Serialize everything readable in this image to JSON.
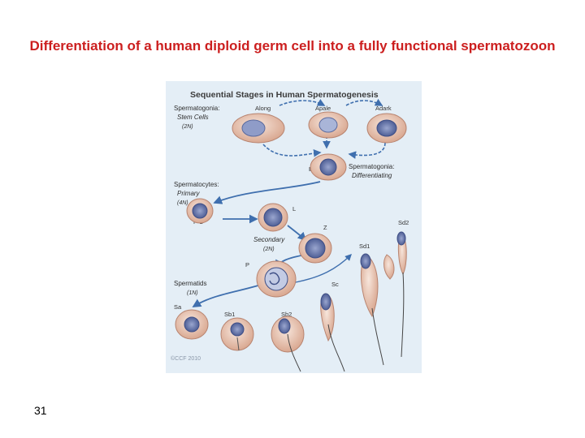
{
  "slide": {
    "title": "Differentiation of a human diploid germ cell into a fully functional spermatozoon",
    "number": "31"
  },
  "figure": {
    "title": "Sequential Stages in Human Spermatogenesis",
    "copyright": "©CCF 2010",
    "stage_spermatogonia_stem": "Spermatogonia:",
    "stage_spermatogonia_stem_sub": "Stem Cells",
    "stage_spermatogonia_stem_ploidy": "(2N)",
    "stage_spermatogonia_diff": "Spermatogonia:",
    "stage_spermatogonia_diff_sub": "Differentiating",
    "stage_spermatocytes": "Spermatocytes:",
    "stage_primary": "Primary",
    "stage_primary_ploidy": "(4N)",
    "stage_secondary": "Secondary",
    "stage_secondary_ploidy": "(2N)",
    "stage_spermatids": "Spermatids",
    "stage_spermatids_ploidy": "(1N)",
    "label_along": "Along",
    "label_apale": "Apale",
    "label_adark": "Adark",
    "label_b": "B",
    "label_pl": "P-L",
    "label_l": "L",
    "label_z": "Z",
    "label_p": "P",
    "label_sa": "Sa",
    "label_sb1": "Sb1",
    "label_sb2": "Sb2",
    "label_sc": "Sc",
    "label_sd1": "Sd1",
    "label_sd2": "Sd2",
    "colors": {
      "background": "#e4eef6",
      "cell_fill": "#edd2c2",
      "cell_stroke": "#b88470",
      "nucleus": "#6f7fb4",
      "arrow": "#3f6fae",
      "title_red": "#cc1f1f"
    }
  }
}
